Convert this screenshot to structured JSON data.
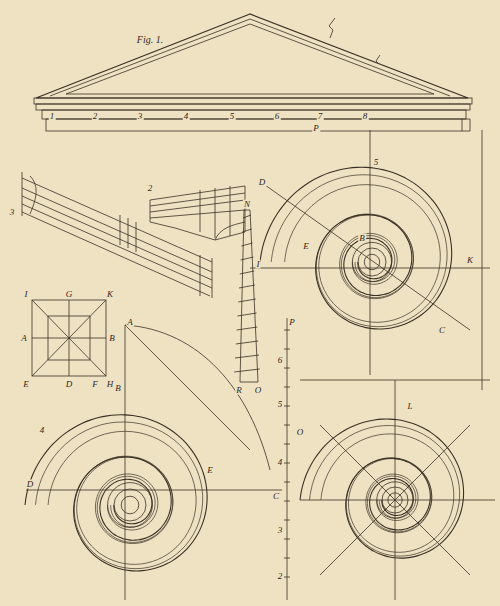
{
  "diagram": {
    "title": "Fig. 1.",
    "labels": [
      "1",
      "2",
      "3",
      "4",
      "5",
      "6",
      "7",
      "8",
      "3",
      "2",
      "N",
      "R",
      "O",
      "I",
      "G",
      "K",
      "A",
      "B",
      "E",
      "D",
      "F",
      "H",
      "P",
      "5",
      "D",
      "B",
      "C",
      "I",
      "E",
      "K",
      "4",
      "A",
      "B",
      "D",
      "E",
      "C",
      "P",
      "6",
      "5",
      "4",
      "3",
      "2",
      "L",
      "O"
    ]
  }
}
